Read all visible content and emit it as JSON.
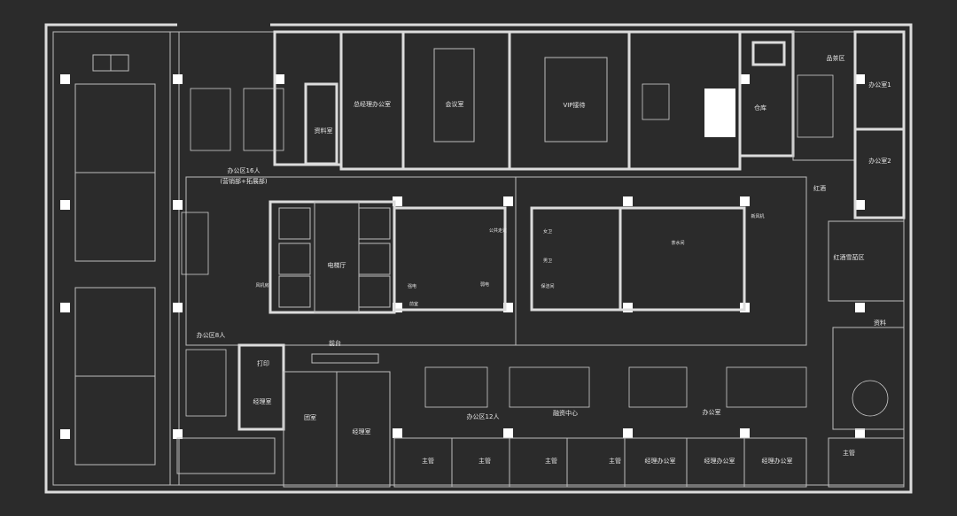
{
  "rooms": {
    "files_top": "资料室",
    "gm_office": "总经理办公室",
    "meeting_room": "会议室",
    "vip_reception": "VIP接待",
    "warehouse": "仓库",
    "tea_area": "品茶区",
    "office_1": "办公室1",
    "office_2": "办公室2",
    "red_wine": "红酒",
    "wine_cigar": "红酒雪茄区",
    "office_16_title": "办公区16人",
    "office_16_sub": "(营销部+拓展部)",
    "elevator_hall": "电梯厅",
    "office_8": "办公区8人",
    "reception": "前台",
    "print": "打印",
    "manager_room": "经理室",
    "group_room": "团室",
    "manager_room_2": "经理室",
    "office_12": "办公区12人",
    "finance_center": "融资中心",
    "office_room": "办公室",
    "files_right": "资料",
    "supervisor": "主管",
    "manager_office": "经理办公室",
    "tea_room": "茶水间",
    "women": "女卫",
    "men": "男卫",
    "cleaning": "保洁间",
    "strong_power": "强电",
    "weak_power": "弱电",
    "smoke_room": "前室",
    "fan_room": "风机房",
    "fan_room_2": "新风机",
    "public_corridor": "公共走道"
  }
}
